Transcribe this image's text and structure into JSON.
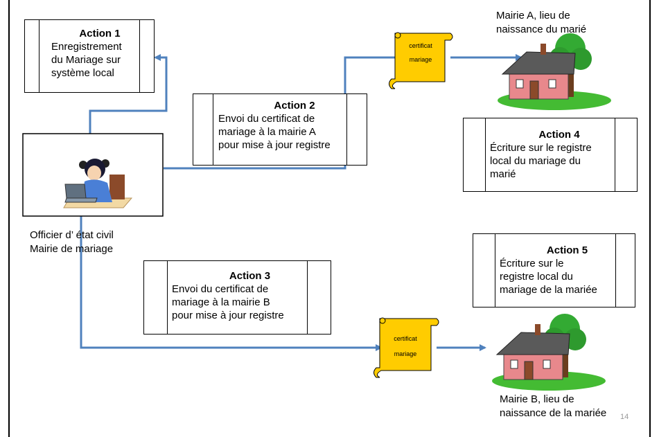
{
  "actions": [
    {
      "title": "Action 1",
      "lines": [
        "Enregistrement",
        "du Mariage sur",
        "système local"
      ]
    },
    {
      "title": "Action 2",
      "lines": [
        "Envoi du certificat de",
        "mariage à la mairie A",
        "pour mise à jour registre"
      ]
    },
    {
      "title": "Action 3",
      "lines": [
        "Envoi du certificat de",
        "mariage à la mairie B",
        "pour mise à jour registre"
      ]
    },
    {
      "title": "Action 4",
      "lines": [
        "Écriture sur le registre",
        "local du mariage du",
        "marié"
      ]
    },
    {
      "title": "Action 5",
      "lines": [
        "Écriture sur le",
        "registre local du",
        "mariage de la mariée"
      ]
    }
  ],
  "officer_label": [
    "Officier d’ état civil",
    "Mairie de mariage"
  ],
  "mairie_a_label": [
    "Mairie A, lieu de",
    "naissance du marié"
  ],
  "mairie_b_label": [
    "Mairie B, lieu de",
    "naissance de la mariée"
  ],
  "scroll_top": {
    "line1": "certificat",
    "line2": "mariage"
  },
  "scroll_bottom": {
    "line1": "certificat",
    "line2": "mariage"
  },
  "page_number": "14",
  "colors": {
    "arrow": "#4f81bd",
    "scroll": "#ffcc00",
    "house_wall": "#e8888c",
    "roof": "#5a5a5a",
    "tree": "#33aa33",
    "lawn": "#44bb33"
  }
}
